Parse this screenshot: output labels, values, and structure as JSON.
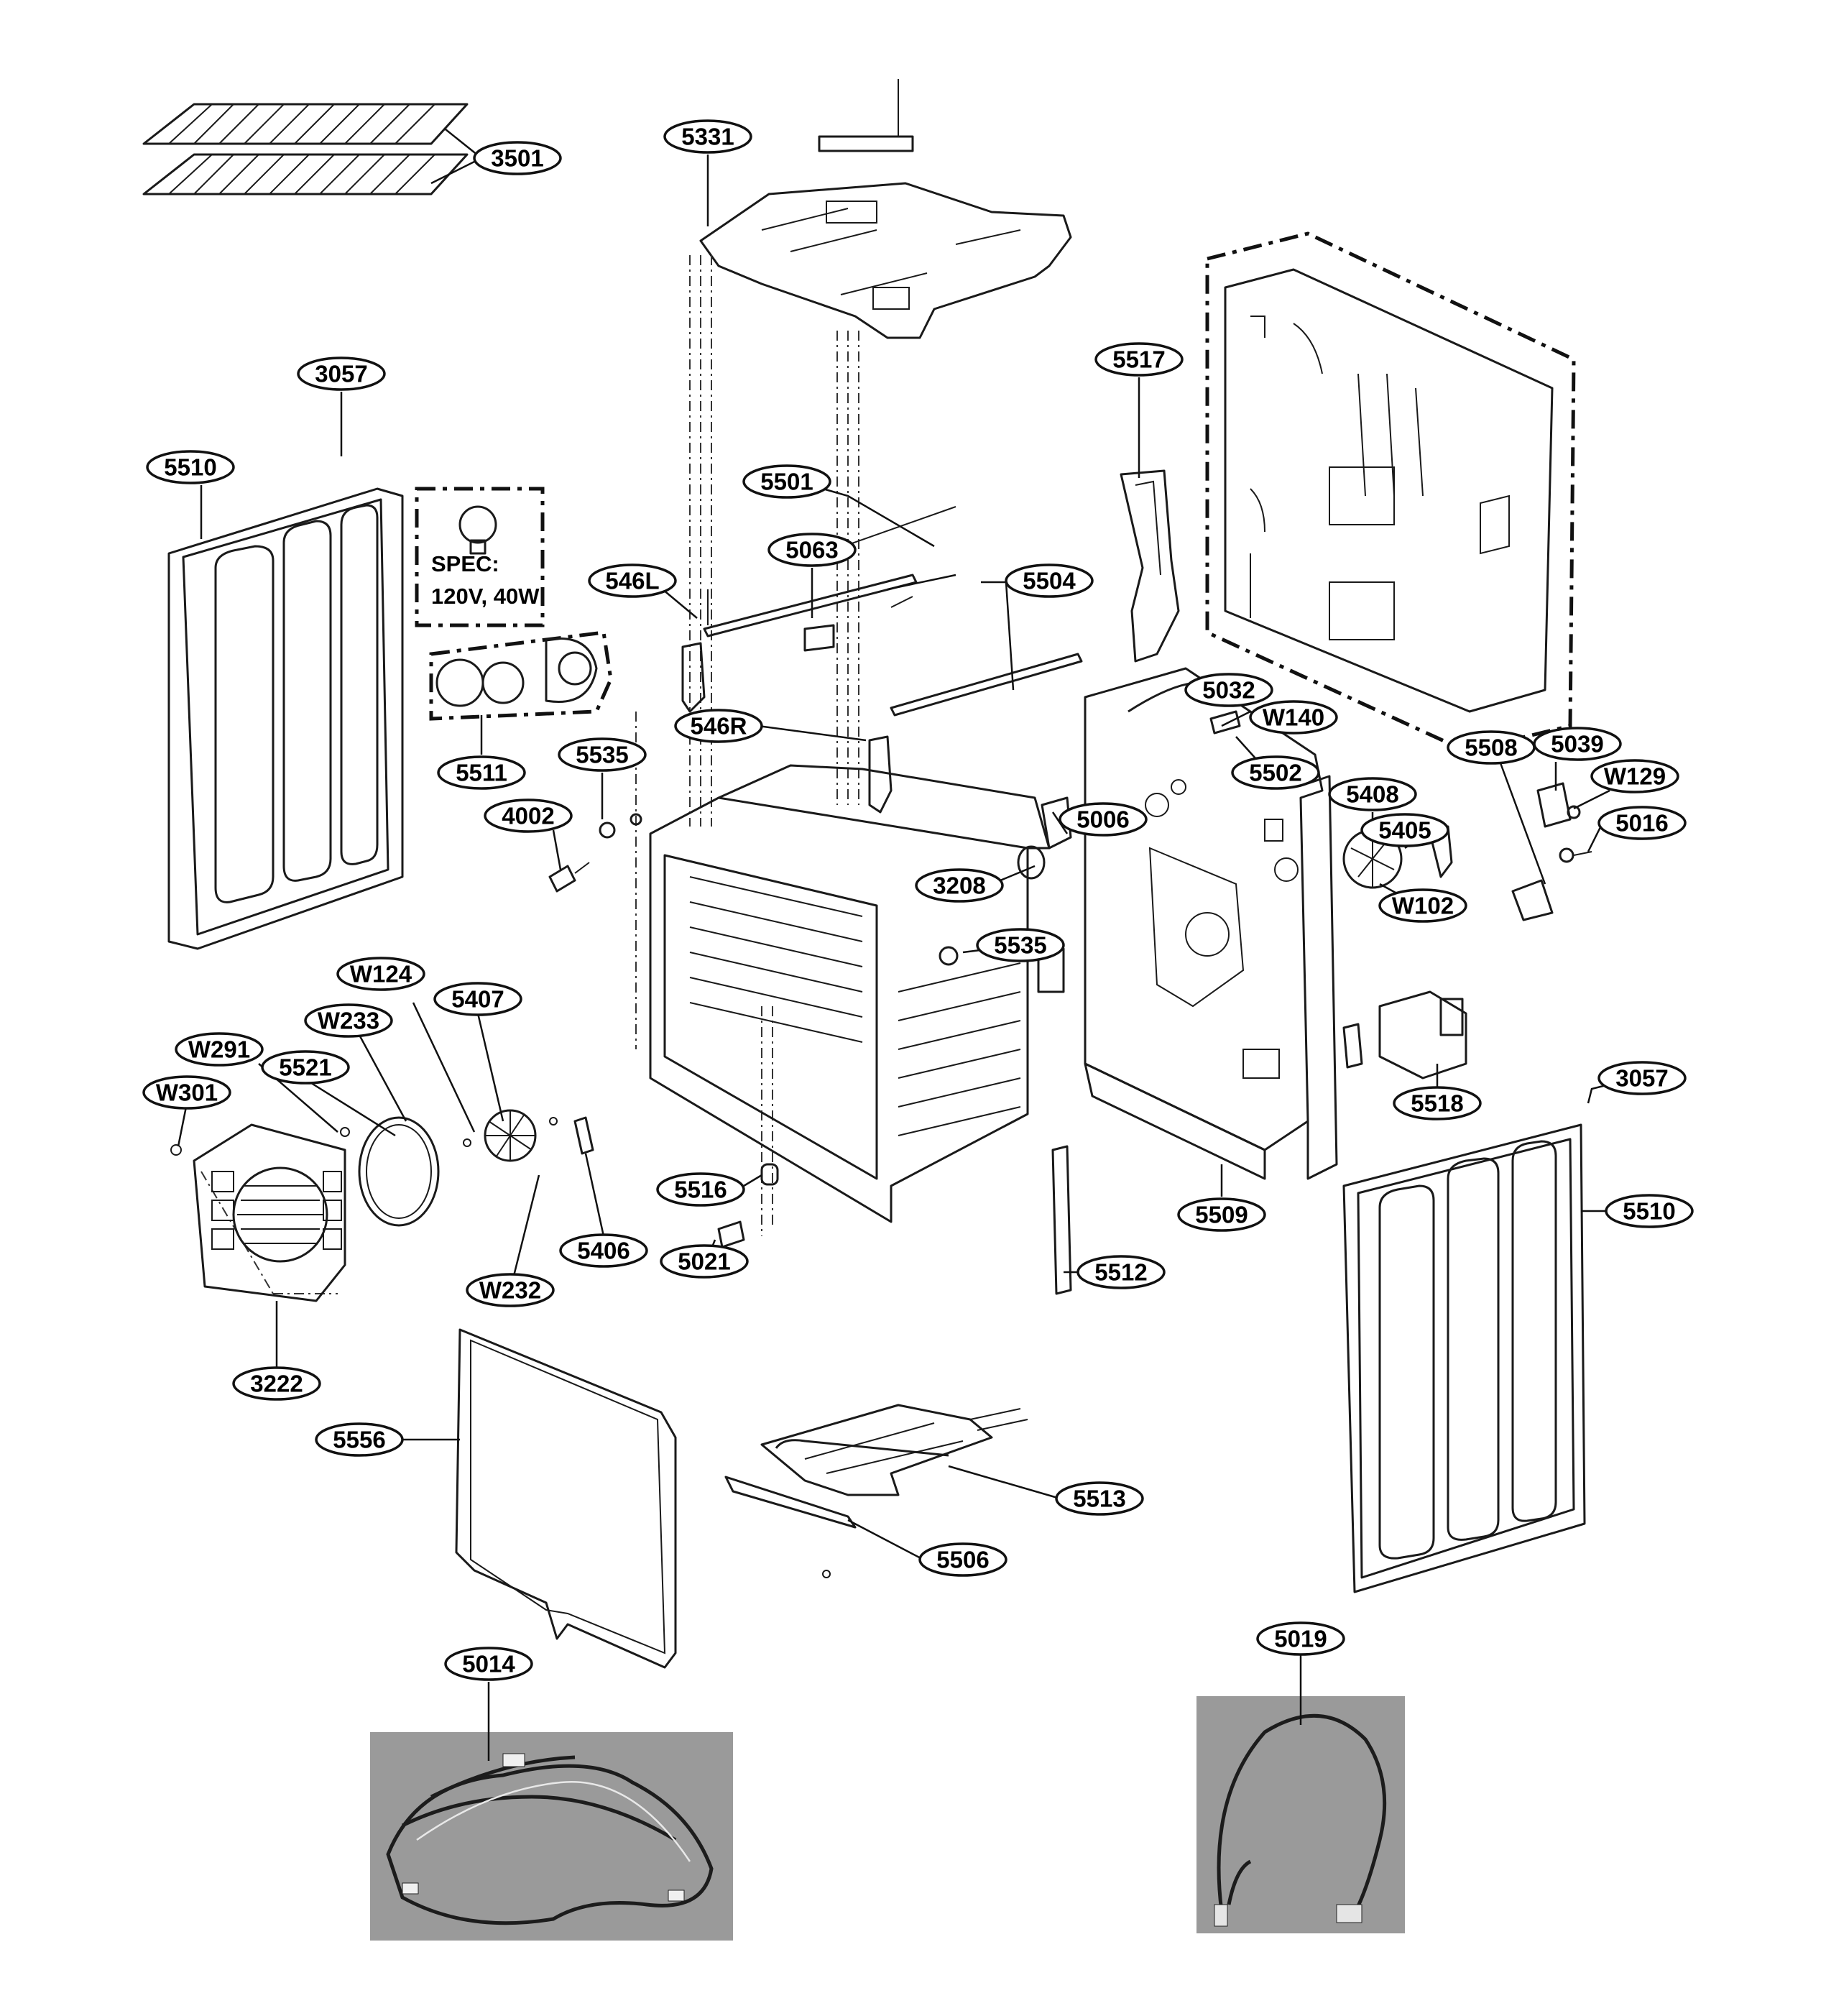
{
  "spec": {
    "line1": "SPEC:",
    "line2": "120V, 40W"
  },
  "parts": [
    {
      "id": "p3501",
      "label": "3501"
    },
    {
      "id": "p5331",
      "label": "5331"
    },
    {
      "id": "p3057a",
      "label": "3057"
    },
    {
      "id": "p5510a",
      "label": "5510"
    },
    {
      "id": "p5517",
      "label": "5517"
    },
    {
      "id": "p5501",
      "label": "5501"
    },
    {
      "id": "p5063",
      "label": "5063"
    },
    {
      "id": "p546L",
      "label": "546L"
    },
    {
      "id": "p5504",
      "label": "5504"
    },
    {
      "id": "p5032",
      "label": "5032"
    },
    {
      "id": "p546R",
      "label": "546R"
    },
    {
      "id": "pW140",
      "label": "W140"
    },
    {
      "id": "p5511",
      "label": "5511"
    },
    {
      "id": "p5535a",
      "label": "5535"
    },
    {
      "id": "p5502",
      "label": "5502"
    },
    {
      "id": "p5408",
      "label": "5408"
    },
    {
      "id": "p5508",
      "label": "5508"
    },
    {
      "id": "p5039",
      "label": "5039"
    },
    {
      "id": "pW129",
      "label": "W129"
    },
    {
      "id": "p4002",
      "label": "4002"
    },
    {
      "id": "p5006",
      "label": "5006"
    },
    {
      "id": "p5405",
      "label": "5405"
    },
    {
      "id": "p5016",
      "label": "5016"
    },
    {
      "id": "p3208",
      "label": "3208"
    },
    {
      "id": "pW102",
      "label": "W102"
    },
    {
      "id": "pW124",
      "label": "W124"
    },
    {
      "id": "p5535b",
      "label": "5535"
    },
    {
      "id": "p5407",
      "label": "5407"
    },
    {
      "id": "pW233",
      "label": "W233"
    },
    {
      "id": "pW291",
      "label": "W291"
    },
    {
      "id": "p5521",
      "label": "5521"
    },
    {
      "id": "p5518",
      "label": "5518"
    },
    {
      "id": "pW301",
      "label": "W301"
    },
    {
      "id": "p3057b",
      "label": "3057"
    },
    {
      "id": "p5516",
      "label": "5516"
    },
    {
      "id": "p5509",
      "label": "5509"
    },
    {
      "id": "p5510b",
      "label": "5510"
    },
    {
      "id": "p5406",
      "label": "5406"
    },
    {
      "id": "p5021",
      "label": "5021"
    },
    {
      "id": "pW232",
      "label": "W232"
    },
    {
      "id": "p5512",
      "label": "5512"
    },
    {
      "id": "p3222",
      "label": "3222"
    },
    {
      "id": "p5556",
      "label": "5556"
    },
    {
      "id": "p5513",
      "label": "5513"
    },
    {
      "id": "p5506",
      "label": "5506"
    },
    {
      "id": "p5014",
      "label": "5014"
    },
    {
      "id": "p5019",
      "label": "5019"
    }
  ]
}
